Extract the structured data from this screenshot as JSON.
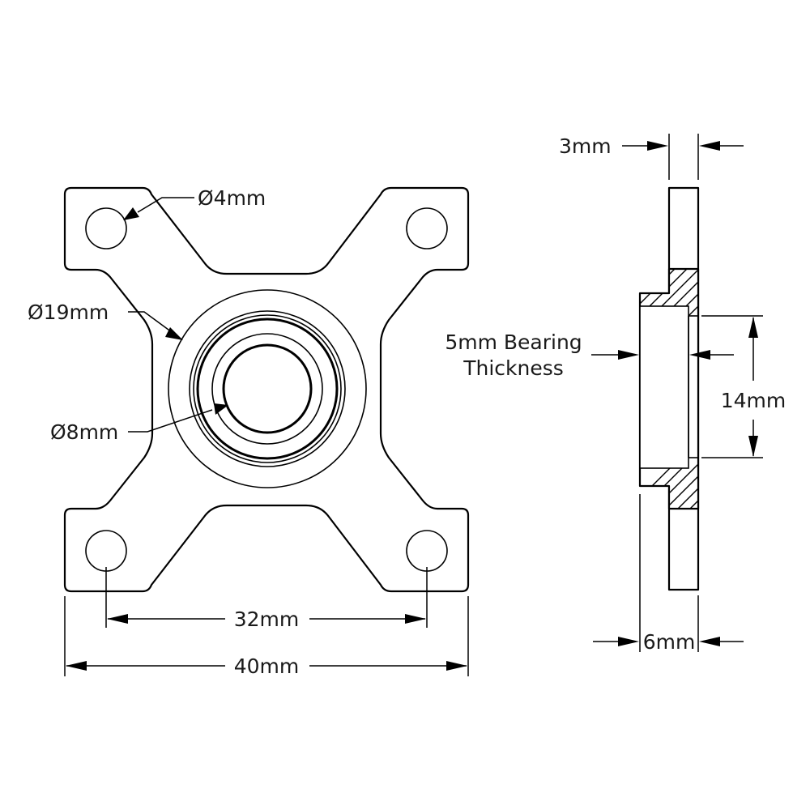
{
  "labels": {
    "mount_hole_dia": "Ø4mm",
    "hub_dia": "Ø19mm",
    "bore_dia": "Ø8mm",
    "hole_spacing": "32mm",
    "overall_width": "40mm",
    "flange_thickness": "3mm",
    "bearing_thickness_line1": "5mm Bearing",
    "bearing_thickness_line2": "Thickness",
    "bearing_od": "14mm",
    "overall_thickness": "6mm"
  },
  "colors": {
    "line": "#000000",
    "text": "#1a1a1a",
    "background": "#ffffff"
  }
}
